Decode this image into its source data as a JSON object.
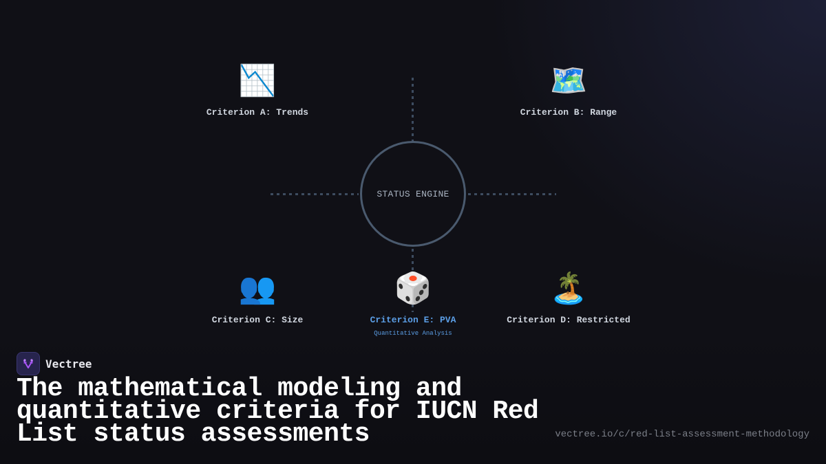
{
  "diagram": {
    "center": {
      "label": "STATUS ENGINE",
      "border_color": "#4a5a6e"
    },
    "nodes": [
      {
        "id": "A",
        "icon": "📉",
        "icon_name": "chart-decreasing-icon",
        "label": "Criterion A: Trends"
      },
      {
        "id": "B",
        "icon": "🗺️",
        "icon_name": "world-map-icon",
        "label": "Criterion B: Range"
      },
      {
        "id": "C",
        "icon": "👥",
        "icon_name": "people-icon",
        "label": "Criterion C: Size"
      },
      {
        "id": "E",
        "icon": "🎲",
        "icon_name": "dice-icon",
        "label": "Criterion E: PVA",
        "sublabel": "Quantitative Analysis",
        "accent": "#5b9ee6"
      },
      {
        "id": "D",
        "icon": "🏝️",
        "icon_name": "desert-island-icon",
        "label": "Criterion D: Restricted"
      }
    ],
    "connector_color": "#3d4c60"
  },
  "brand": {
    "name": "Vectree",
    "logo_bg": "#27244d",
    "logo_accent": "#a855f7"
  },
  "title": "The mathematical modeling and quantitative criteria for IUCN Red List status assessments",
  "url": "vectree.io/c/red-list-assessment-methodology"
}
